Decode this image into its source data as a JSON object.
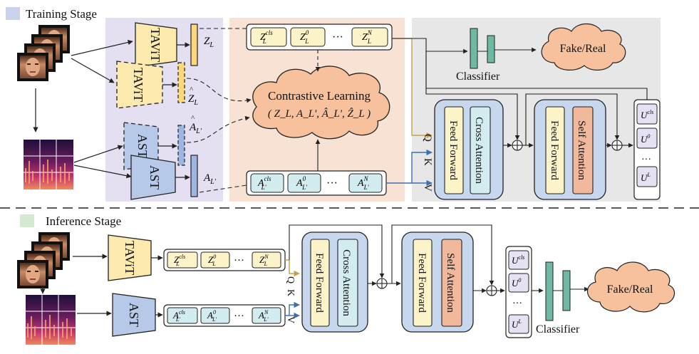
{
  "stages": {
    "training_label": "Training Stage",
    "inference_label": "Inference Stage"
  },
  "colors": {
    "legend_training": "#c9d3ec",
    "legend_inference": "#d6ead3",
    "purple_panel": "#e4dff1",
    "orange_panel": "#f8e2d4",
    "gray_panel": "#e7e7e7",
    "yellow_block": "#fbe9ad",
    "blue_block": "#b7c9e9",
    "token_fill": "#fdf3c8",
    "audio_token_fill": "#d3ecef",
    "teal_bar": "#6fb9a4",
    "cloud_fill": "#f6c19c",
    "module_fill": "#c7d7ee",
    "self_attn_fill": "#f2b89b",
    "output_token_fill": "#e7e2f3",
    "q_arrow": "#c8a04a",
    "k_arrow": "#3d6fb3"
  },
  "encoders": {
    "tavit": "TAViT",
    "tavit_masked": "TAViT",
    "ast": "AST",
    "ast_masked": "AST"
  },
  "features": {
    "z_base": "Z",
    "z_sub": "L",
    "a_base": "A",
    "a_sub": "L'"
  },
  "contrastive": {
    "title": "Contrastive Learning",
    "formula": "( Z_L, A_L', Â_L', Ẑ_L )"
  },
  "tokens": {
    "dots": "···",
    "video": [
      {
        "base": "Z",
        "sup": "cls",
        "sub": "L"
      },
      {
        "base": "Z",
        "sup": "0",
        "sub": "L"
      },
      {
        "base": "Z",
        "sup": "N",
        "sub": "L"
      }
    ],
    "audio": [
      {
        "base": "A",
        "sup": "cls",
        "sub": "L'"
      },
      {
        "base": "A",
        "sup": "0",
        "sub": "L'"
      },
      {
        "base": "A",
        "sup": "N",
        "sub": "L'"
      }
    ],
    "output": [
      {
        "base": "U",
        "sup": "cls"
      },
      {
        "base": "U",
        "sup": "0"
      },
      {
        "base": "U",
        "sup": "L"
      }
    ]
  },
  "qkv": {
    "q": "Q",
    "k": "K",
    "v": "V"
  },
  "modules": {
    "feed_forward": "Feed Forward",
    "cross_attention": "Cross Attention",
    "self_attention": "Self Attention"
  },
  "classifier": {
    "label": "Classifier",
    "output": "Fake/Real"
  }
}
